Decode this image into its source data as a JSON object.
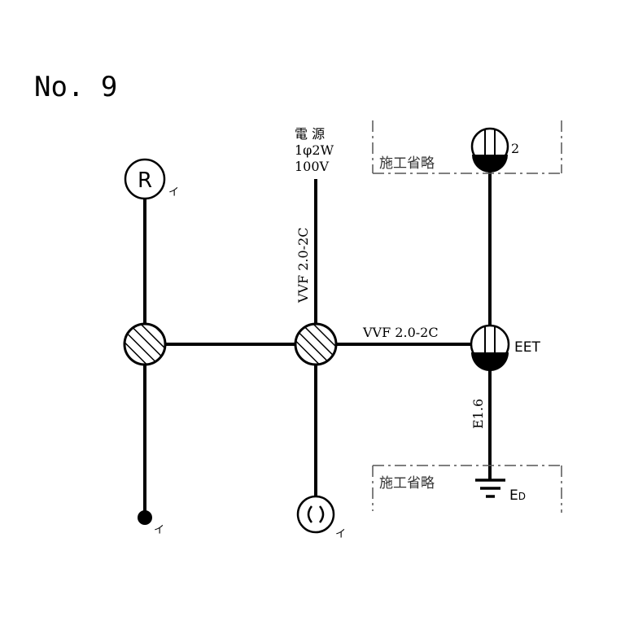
{
  "title": "No. 9",
  "power_source": {
    "line1": "電 源",
    "line2": "1φ2W",
    "line3": "100V"
  },
  "cables": {
    "vertical_feed": "VVF 2.0-2C",
    "horizontal": "VVF 2.0-2C",
    "earth": "E1.6"
  },
  "omitted_label_top": "施工省略",
  "omitted_label_bottom": "施工省略",
  "receptacle_top_label": "2",
  "receptacle_eet_label": "EET",
  "ground_label": {
    "main": "E",
    "sub": "D"
  },
  "lamp_r_label": "R",
  "switch_labels": {
    "lamp": "イ",
    "pilot": "イ",
    "ceiling": "イ"
  },
  "colors": {
    "line": "#000000",
    "dash": "#555555"
  }
}
